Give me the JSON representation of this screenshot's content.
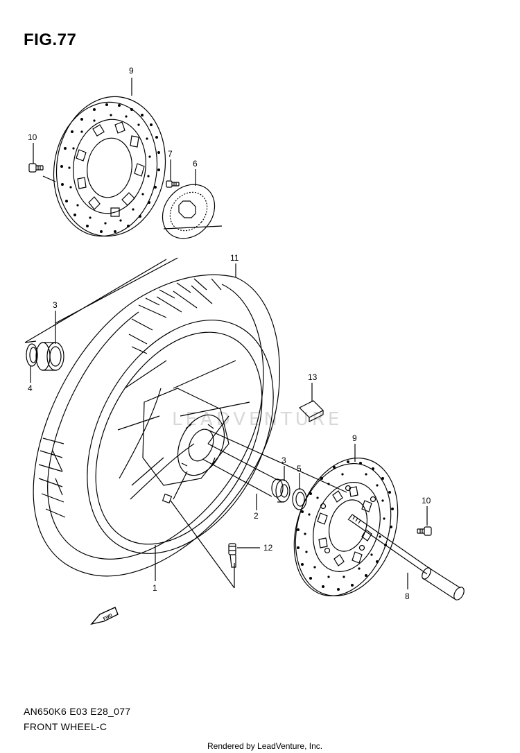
{
  "figure": {
    "title": "FIG.77",
    "model_code": "AN650K6 E03 E28_077",
    "name": "FRONT WHEEL-C",
    "credit": "Rendered by LeadVenture, Inc.",
    "watermark": "LEADVENTURE",
    "fwd_marker": "FWD"
  },
  "callouts": [
    "9",
    "10",
    "7",
    "6",
    "11",
    "3",
    "4",
    "13",
    "9",
    "3",
    "5",
    "10",
    "2",
    "12",
    "1",
    "8"
  ]
}
